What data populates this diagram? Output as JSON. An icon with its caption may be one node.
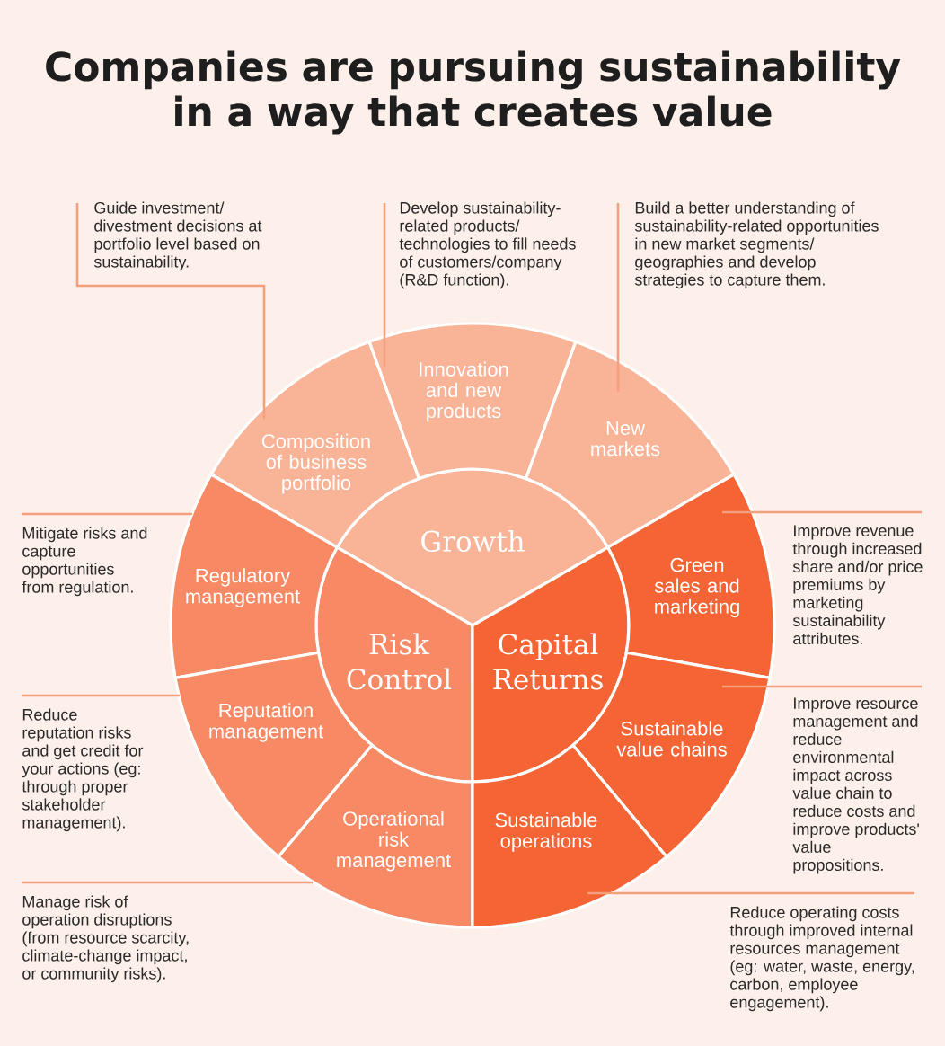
{
  "diagram": {
    "title": "Companies are pursuing sustainability in a way that creates value",
    "nodes": [
      {
        "text": [
          "Growth"
        ]
      },
      {
        "text": [
          "Risk Control"
        ]
      },
      {
        "text": [
          "Capital Returns"
        ]
      },
      {
        "text": [
          "Composition of business portfolio"
        ]
      },
      {
        "text": [
          "Innovation and new products"
        ]
      },
      {
        "text": [
          "New markets"
        ]
      },
      {
        "text": [
          "Regulatory management"
        ]
      },
      {
        "text": [
          "Reputation management"
        ]
      },
      {
        "text": [
          "Operational risk management"
        ]
      },
      {
        "text": [
          "Green sales and marketing"
        ]
      },
      {
        "text": [
          "Sustainable value chains"
        ]
      },
      {
        "text": [
          "Sustainable operations"
        ]
      },
      {
        "text": [
          "Guide investment/ divestment decisions at portfolio level based on sustainability."
        ]
      },
      {
        "text": [
          "Develop sustainability-related products/ technologies to fill needs of customers/company (R&D function)."
        ]
      },
      {
        "text": [
          "Build a better understanding of sustainability-related opportunities in new market segments/ geographies and develop strategies to capture them."
        ]
      },
      {
        "text": [
          "Mitigate risks and capture opportunities from regulation."
        ]
      },
      {
        "text": [
          "Reduce reputation risks and get credit for your actions (eg: through proper stakeholder management)."
        ]
      },
      {
        "text": [
          "Manage risk of operation disruptions (from resource scarcity, climate-change impact, or community risks)."
        ]
      },
      {
        "text": [
          "Improve revenue through increased share and/or price premiums by marketing sustainability attributes."
        ]
      },
      {
        "text": [
          "Improve resource management and reduce environmental impact across value chain to reduce costs and improve products' value propositions."
        ]
      },
      {
        "text": [
          "Reduce operating costs through improved internal resources management (eg: water, waste, energy, carbon, employee engagement)."
        ]
      }
    ],
    "edges": [
      {
        "from": 12,
        "to": 3,
        "arrow": "none"
      },
      {
        "from": 13,
        "to": 4,
        "arrow": "none"
      },
      {
        "from": 14,
        "to": 5,
        "arrow": "none"
      },
      {
        "from": 15,
        "to": 6,
        "arrow": "none"
      },
      {
        "from": 16,
        "to": 7,
        "arrow": "none"
      },
      {
        "from": 17,
        "to": 8,
        "arrow": "none"
      },
      {
        "from": 18,
        "to": 9,
        "arrow": "none"
      },
      {
        "from": 19,
        "to": 10,
        "arrow": "none"
      },
      {
        "from": 20,
        "to": 11,
        "arrow": "none"
      }
    ]
  }
}
